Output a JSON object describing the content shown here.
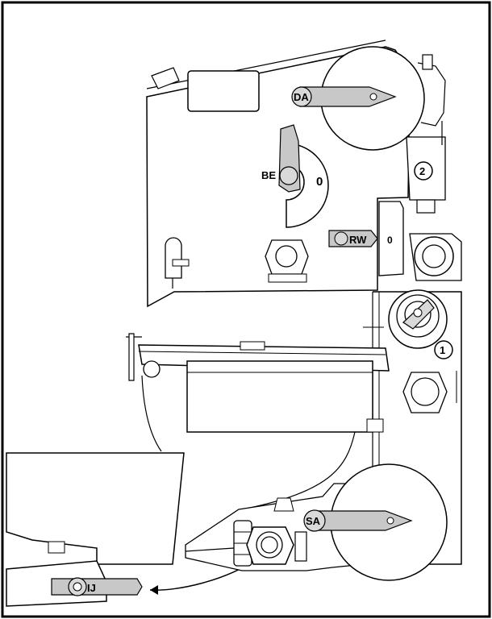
{
  "labels": {
    "da": "DA",
    "be": "BE",
    "be_zero": "0",
    "rw": "RW",
    "rw_zero": "0",
    "sa": "SA",
    "ij": "IJ",
    "callout_1": "1",
    "callout_2": "2"
  },
  "colors": {
    "line": "#000000",
    "handle_fill": "#c8c8c8",
    "knob_fill": "#d9d9d9",
    "background": "#ffffff"
  }
}
